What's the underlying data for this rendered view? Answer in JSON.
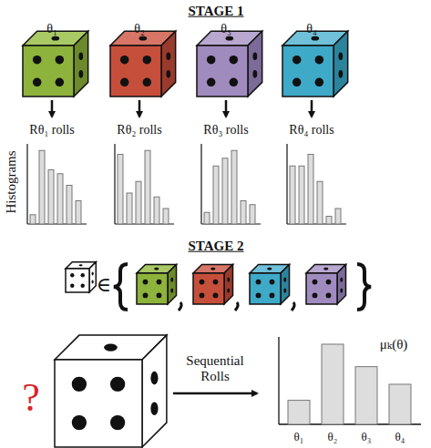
{
  "diagram": {
    "labels": [
      "STAGE 1",
      "θ₁",
      "θ₂",
      "θ₃",
      "θ₄",
      "Rθ₁ rolls",
      "Rθ₂ rolls",
      "Rθ₃ rolls",
      "Rθ₄ rolls",
      "Histograms",
      "STAGE 2",
      "∈",
      "?",
      "Sequential Rolls",
      "μₖ(θ)",
      "θ₁",
      "θ₂",
      "θ₃",
      "θ₄"
    ]
  }
}
